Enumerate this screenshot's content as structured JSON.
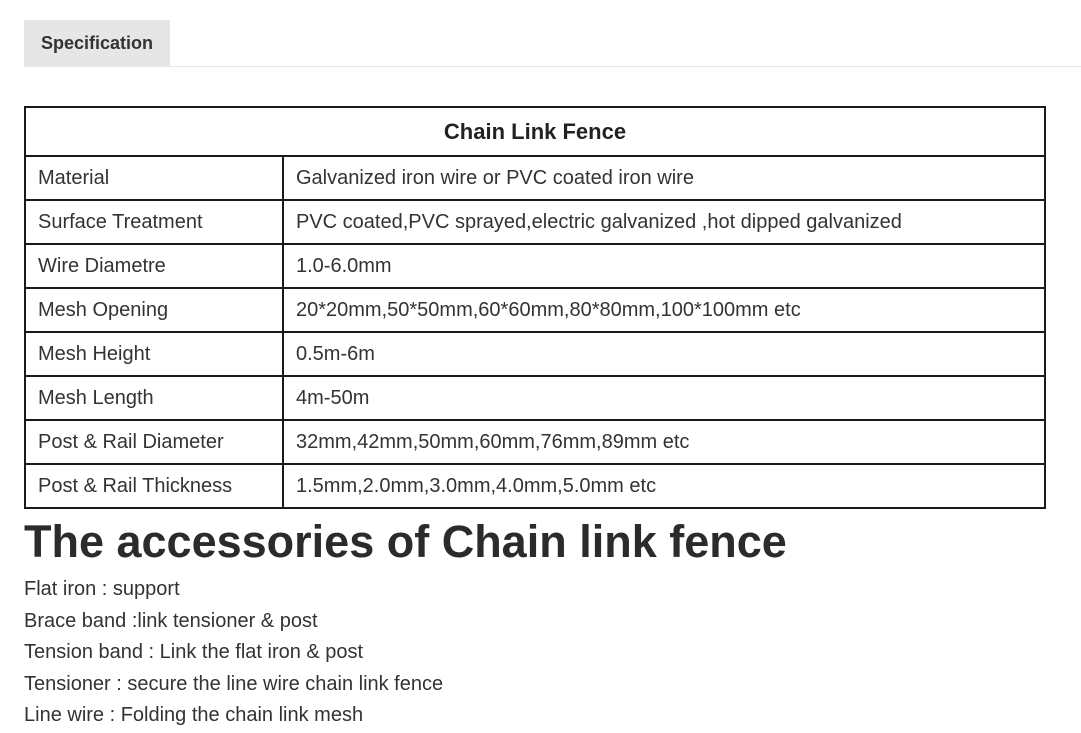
{
  "tabs": [
    {
      "label": "Specification"
    }
  ],
  "spec_table": {
    "title": "Chain Link Fence",
    "rows": [
      {
        "label": "Material",
        "value": "Galvanized iron wire or PVC coated iron wire"
      },
      {
        "label": "Surface Treatment",
        "value": "PVC coated,PVC sprayed,electric galvanized ,hot dipped galvanized"
      },
      {
        "label": "Wire Diametre",
        "value": "1.0-6.0mm"
      },
      {
        "label": "Mesh Opening",
        "value": "20*20mm,50*50mm,60*60mm,80*80mm,100*100mm etc"
      },
      {
        "label": "Mesh Height",
        "value": "0.5m-6m"
      },
      {
        "label": "Mesh Length",
        "value": "4m-50m"
      },
      {
        "label": "Post & Rail Diameter",
        "value": "32mm,42mm,50mm,60mm,76mm,89mm etc"
      },
      {
        "label": "Post & Rail Thickness",
        "value": "1.5mm,2.0mm,3.0mm,4.0mm,5.0mm etc"
      }
    ]
  },
  "accessories": {
    "heading": "The accessories of Chain link fence",
    "items": [
      "Flat iron : support",
      "Brace band :link tensioner & post",
      "Tension band : Link the flat iron & post",
      "Tensioner : secure the line wire chain link fence",
      "Line wire : Folding the chain link mesh"
    ]
  }
}
